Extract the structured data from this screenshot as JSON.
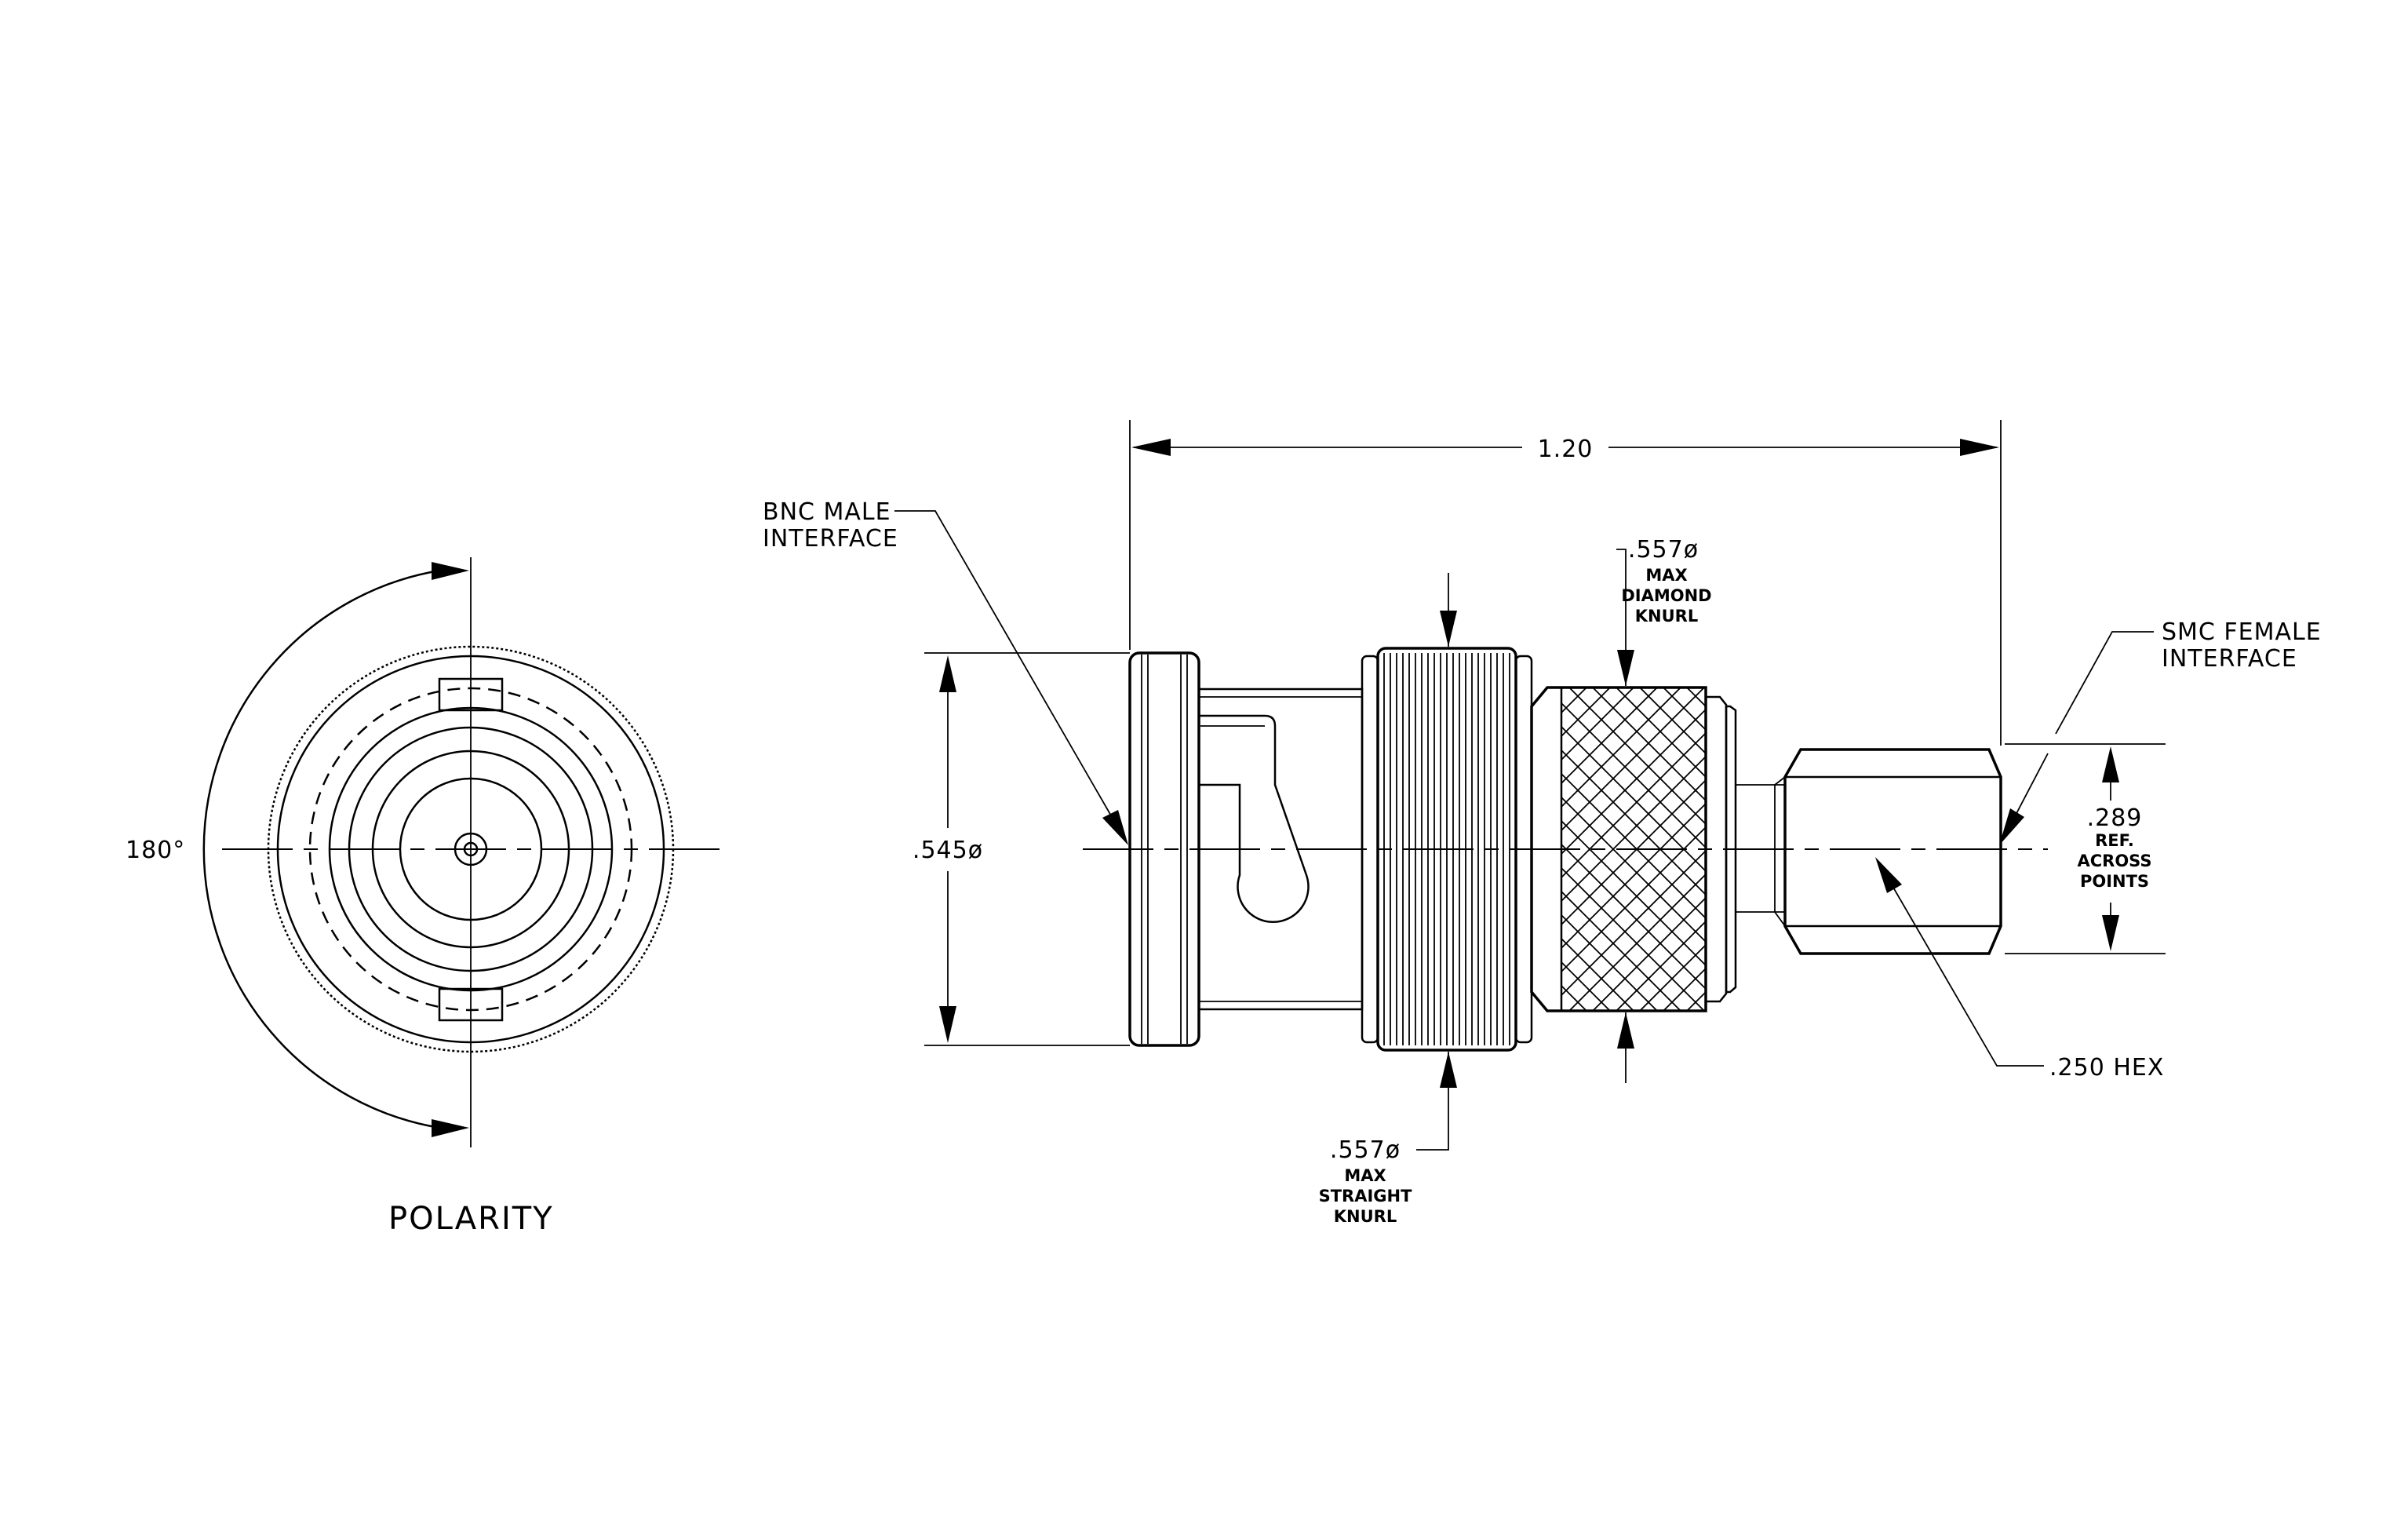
{
  "drawing": {
    "polarity_view": {
      "title": "POLARITY",
      "angle_label": "180°"
    },
    "side_view": {
      "overall_length": "1.20",
      "bnc_label": [
        "BNC MALE",
        "INTERFACE"
      ],
      "smc_label": [
        "SMC FEMALE",
        "INTERFACE"
      ],
      "bnc_diameter": ".545ø",
      "diamond_knurl": {
        "value": ".557ø",
        "notes": [
          "MAX",
          "DIAMOND",
          "KNURL"
        ]
      },
      "straight_knurl": {
        "value": ".557ø",
        "notes": [
          "MAX",
          "STRAIGHT",
          "KNURL"
        ]
      },
      "hex_across_points": {
        "value": ".289",
        "notes": [
          "REF.",
          "ACROSS",
          "POINTS"
        ]
      },
      "hex_size": ".250 HEX"
    }
  }
}
